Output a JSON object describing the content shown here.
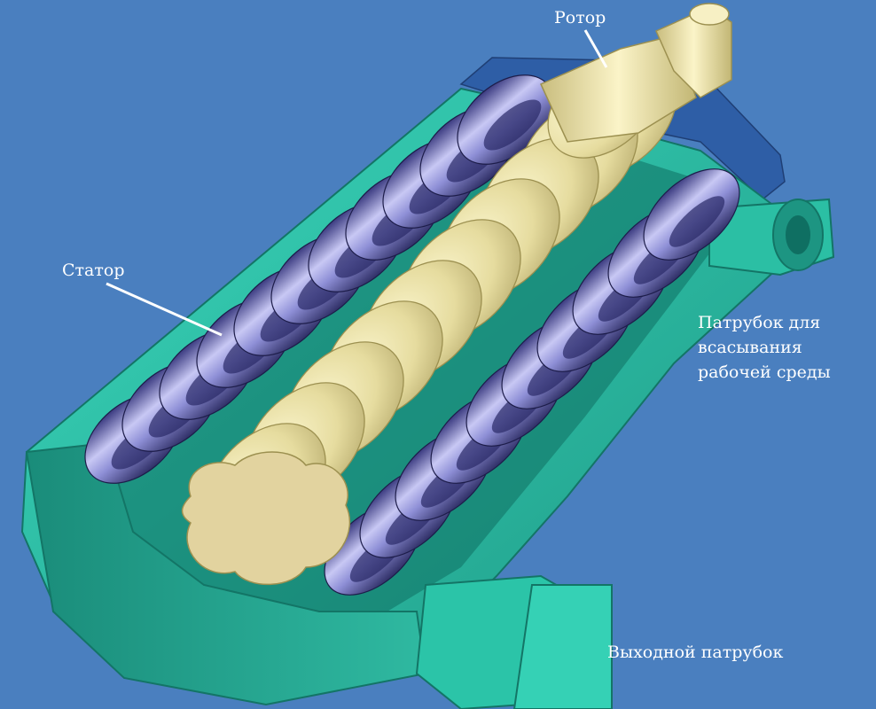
{
  "labels": {
    "rotor": "Ротор",
    "stator": "Статор",
    "intake_line1": "Патрубок для",
    "intake_line2": "всасывания",
    "intake_line3": "рабочей среды",
    "outlet": "Выходной патрубок"
  },
  "colors": {
    "background": "#4a7fbf",
    "housing": "#2ec4aa",
    "housing_dark": "#1c8f7d",
    "housing_top": "#2a5aa0",
    "rotor": "#e9e1a8",
    "stator": "#8e8fd6",
    "leader_line": "#ffffff"
  }
}
